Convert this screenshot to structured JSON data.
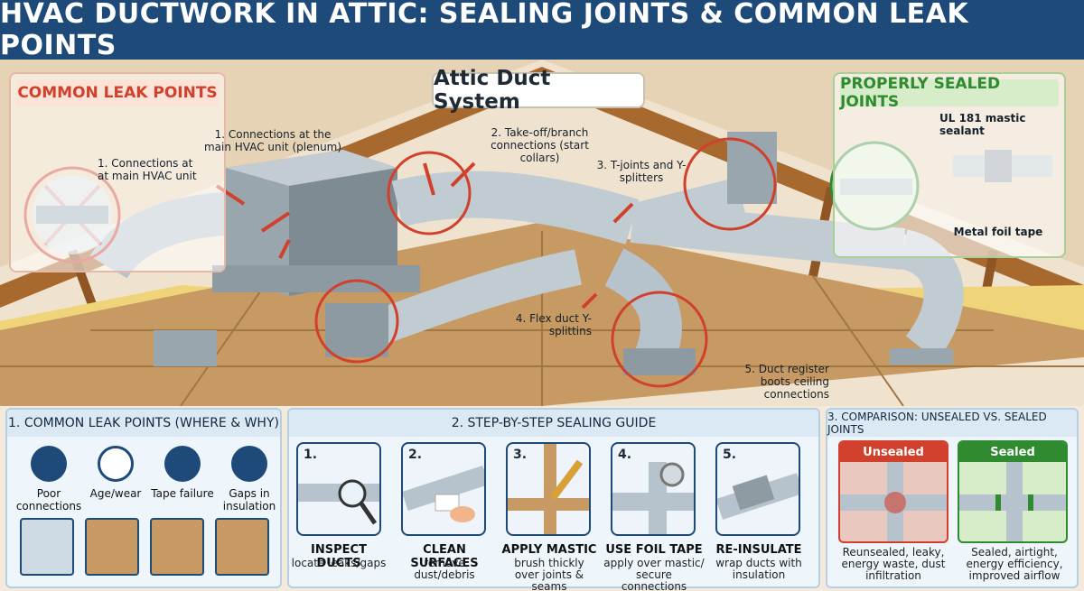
{
  "title": "HVAC DUCTWORK IN ATTIC: SEALING JOINTS & COMMON LEAK POINTS",
  "scene": {
    "attic_label": "Attic Duct System",
    "leak_panel": {
      "title": "COMMON LEAK POINTS",
      "inset_label": "1. Connections at at main HVAC unit"
    },
    "sealed_panel": {
      "title": "PROPERLY SEALED JOINTS",
      "mastic_label": "UL 181 mastic sealant",
      "tape_label": "Metal foil tape"
    },
    "callouts": [
      {
        "id": "plenum",
        "text": "1. Connections at the main HVAC unit (plenum)"
      },
      {
        "id": "takeoff",
        "text": "2. Take-off/branch connections (start collars)"
      },
      {
        "id": "tjoints",
        "text": "3. T-joints and Y-splitters"
      },
      {
        "id": "flex",
        "text": "4. Flex duct Y-splittins"
      },
      {
        "id": "boots",
        "text": "5. Duct register boots ceiling connections"
      }
    ]
  },
  "panels": {
    "causes": {
      "title": "1. COMMON LEAK POINTS (WHERE & WHY)",
      "items": [
        {
          "label": "Poor connections",
          "icon": "connections-icon"
        },
        {
          "label": "Age/wear",
          "icon": "clock-icon"
        },
        {
          "label": "Tape failure",
          "icon": "tape-roll-icon"
        },
        {
          "label": "Gaps in insulation",
          "icon": "gap-icon"
        }
      ]
    },
    "steps": {
      "title": "2. STEP-BY-STEP SEALING GUIDE",
      "items": [
        {
          "num": "1.",
          "title": "INSPECT DUCTS",
          "desc": "locate leaks/gaps",
          "icon": "magnifier-icon"
        },
        {
          "num": "2.",
          "title": "CLEAN SURFACES",
          "desc": "remove dust/debris",
          "icon": "cloth-icon"
        },
        {
          "num": "3.",
          "title": "APPLY MASTIC",
          "desc": "brush thickly over joints & seams",
          "icon": "brush-icon"
        },
        {
          "num": "4.",
          "title": "USE FOIL TAPE",
          "desc": "apply over mastic/ secure connections",
          "icon": "tape-icon"
        },
        {
          "num": "5.",
          "title": "RE-INSULATE",
          "desc": "wrap ducts with insulation",
          "icon": "insulation-icon"
        }
      ]
    },
    "comparison": {
      "title": "3. COMPARISON: UNSEALED VS. SEALED JOINTS",
      "unsealed": {
        "head": "Unsealed",
        "desc": "Reunsealed, leaky, energy waste, dust infiltration"
      },
      "sealed": {
        "head": "Sealed",
        "desc": "Sealed, airtight, energy efficiency, improved airflow"
      }
    }
  },
  "colors": {
    "title_bg": "#1d4a78",
    "leak_red": "#d1402d",
    "sealed_green": "#2f8a30",
    "duct_silver": "#b7c3cc"
  }
}
